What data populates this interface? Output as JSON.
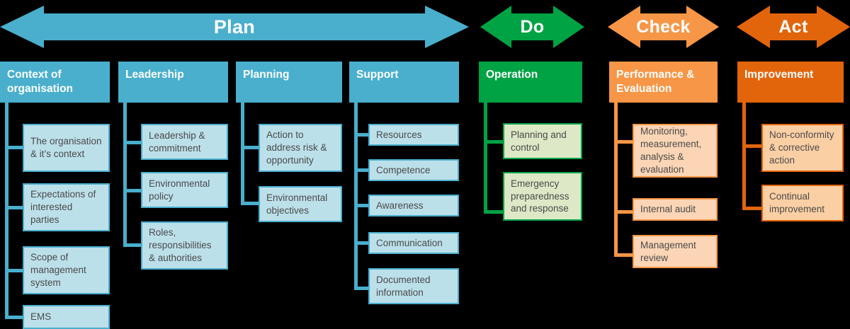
{
  "diagram": {
    "title": "PDCA cycle for Environmental Management System (ISO 14001) clause structure",
    "colors": {
      "plan_blue": "#49AFCD",
      "plan_blue_light": "#BCE0EA",
      "do_green": "#00A344",
      "do_green_light": "#DDE8C6",
      "check_orange": "#F79646",
      "check_orange_light": "#FBD5B5",
      "act_orange": "#E2650C",
      "act_orange_light": "#FBCFA4",
      "background": "#000000",
      "header_text": "#FFFFFF",
      "leaf_text": "#4A4A4A"
    },
    "phases": [
      {
        "id": "plan",
        "arrow_label": "Plan",
        "arrow_icon": "double-headed-arrow-icon",
        "columns": [
          {
            "id": "context-of-organisation",
            "header": "Context of organisation",
            "items": [
              "The organisation & it’s context",
              "Expectations of interested parties",
              "Scope of management system",
              "EMS"
            ]
          },
          {
            "id": "leadership",
            "header": "Leadership",
            "items": [
              "Leadership & commitment",
              "Environmental policy",
              "Roles, responsibilities & authorities"
            ]
          },
          {
            "id": "planning",
            "header": "Planning",
            "items": [
              "Action to address risk & opportunity",
              "Environmental objectives"
            ]
          },
          {
            "id": "support",
            "header": "Support",
            "items": [
              "Resources",
              "Competence",
              "Awareness",
              "Communication",
              "Documented information"
            ]
          }
        ]
      },
      {
        "id": "do",
        "arrow_label": "Do",
        "arrow_icon": "double-headed-arrow-icon",
        "columns": [
          {
            "id": "operation",
            "header": "Operation",
            "items": [
              "Planning and control",
              "Emergency preparedness and response"
            ]
          }
        ]
      },
      {
        "id": "check",
        "arrow_label": "Check",
        "arrow_icon": "double-headed-arrow-icon",
        "columns": [
          {
            "id": "performance-evaluation",
            "header": "Performance & Evaluation",
            "items": [
              "Monitoring, measurement, analysis & evaluation",
              "Internal audit",
              "Management review"
            ]
          }
        ]
      },
      {
        "id": "act",
        "arrow_label": "Act",
        "arrow_icon": "double-headed-arrow-icon",
        "columns": [
          {
            "id": "improvement",
            "header": "Improvement",
            "items": [
              "Non-conformity & corrective action",
              "Continual improvement"
            ]
          }
        ]
      }
    ]
  }
}
